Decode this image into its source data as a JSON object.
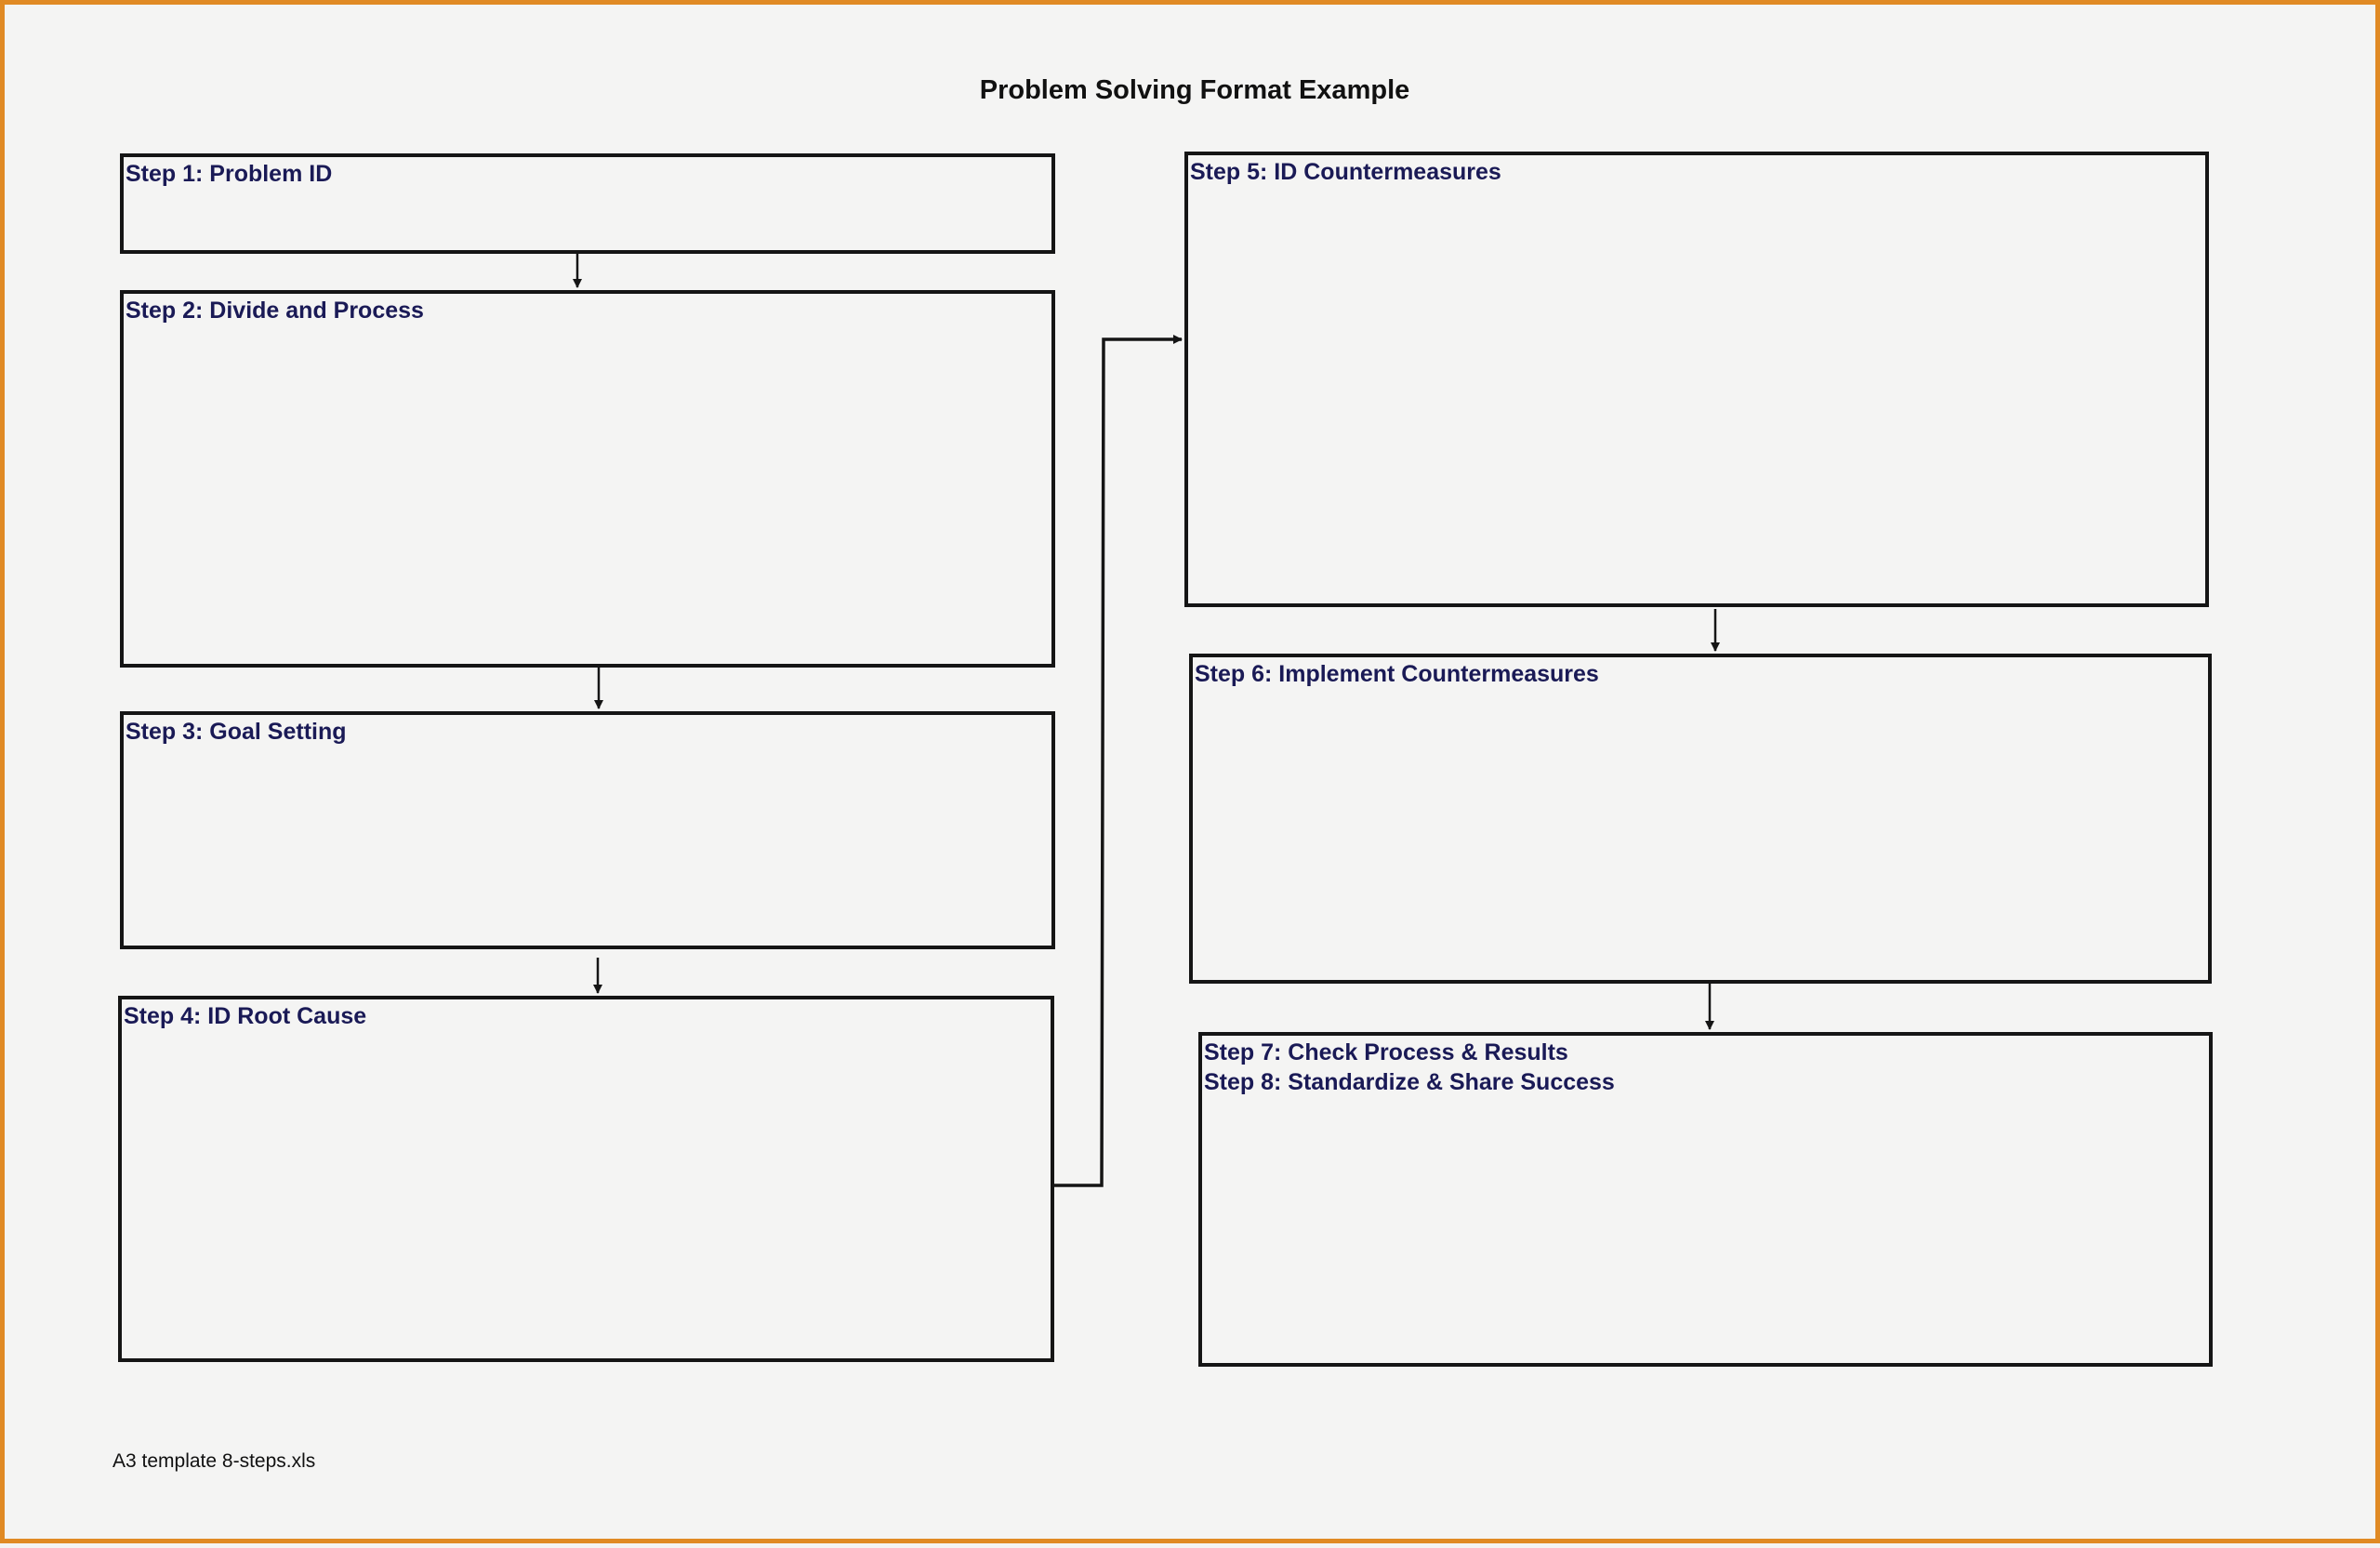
{
  "title": "Problem Solving Format Example",
  "steps": {
    "step1": "Step 1: Problem ID",
    "step2": "Step 2:  Divide and Process",
    "step3": "Step 3:  Goal Setting",
    "step4": "Step 4:  ID Root Cause",
    "step5": "Step 5:  ID Countermeasures",
    "step6": "Step 6: Implement Countermeasures",
    "step7": "Step 7:  Check Process & Results",
    "step8": "Step 8:  Standardize & Share Success"
  },
  "footer": "A3 template 8-steps.xls",
  "colors": {
    "frame": "#e08a24",
    "label": "#1a1a56",
    "line": "#151515"
  }
}
